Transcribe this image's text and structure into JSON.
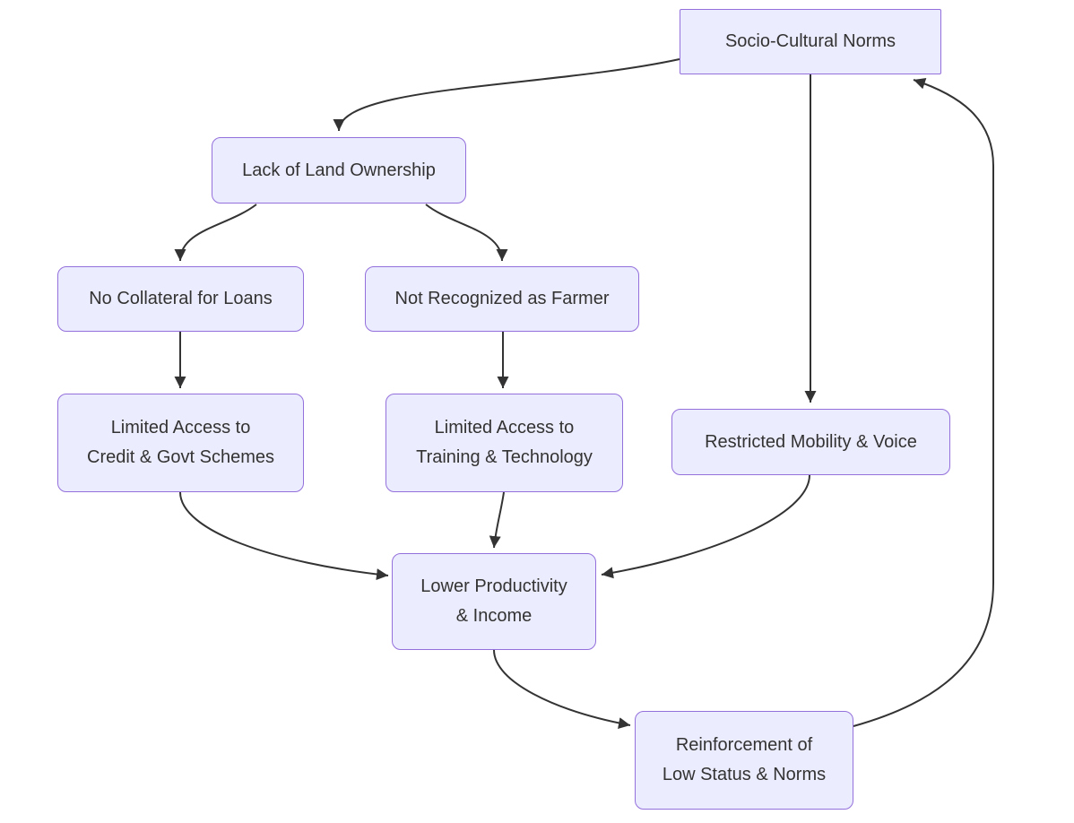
{
  "diagram": {
    "type": "flowchart",
    "nodes": [
      {
        "id": "socio_cultural_norms",
        "label": "Socio-Cultural Norms"
      },
      {
        "id": "lack_of_land_ownership",
        "label": "Lack of Land Ownership"
      },
      {
        "id": "no_collateral_for_loans",
        "label": "No Collateral for Loans"
      },
      {
        "id": "not_recognized_as_farmer",
        "label": "Not Recognized as Farmer"
      },
      {
        "id": "limited_access_credit",
        "label": "Limited Access to\nCredit & Govt Schemes"
      },
      {
        "id": "limited_access_training",
        "label": "Limited Access to\nTraining & Technology"
      },
      {
        "id": "restricted_mobility_voice",
        "label": "Restricted Mobility & Voice"
      },
      {
        "id": "lower_productivity_income",
        "label": "Lower Productivity\n& Income"
      },
      {
        "id": "reinforcement_low_status",
        "label": "Reinforcement of\nLow Status & Norms"
      }
    ],
    "edges": [
      {
        "from": "socio_cultural_norms",
        "to": "lack_of_land_ownership"
      },
      {
        "from": "socio_cultural_norms",
        "to": "restricted_mobility_voice"
      },
      {
        "from": "lack_of_land_ownership",
        "to": "no_collateral_for_loans"
      },
      {
        "from": "lack_of_land_ownership",
        "to": "not_recognized_as_farmer"
      },
      {
        "from": "no_collateral_for_loans",
        "to": "limited_access_credit"
      },
      {
        "from": "not_recognized_as_farmer",
        "to": "limited_access_training"
      },
      {
        "from": "limited_access_credit",
        "to": "lower_productivity_income"
      },
      {
        "from": "limited_access_training",
        "to": "lower_productivity_income"
      },
      {
        "from": "restricted_mobility_voice",
        "to": "lower_productivity_income"
      },
      {
        "from": "lower_productivity_income",
        "to": "reinforcement_low_status"
      },
      {
        "from": "reinforcement_low_status",
        "to": "socio_cultural_norms"
      }
    ],
    "colors": {
      "node_fill": "#ECECFF",
      "node_border": "#9370DB",
      "edge": "#333333",
      "text": "#333333",
      "background": "#FFFFFF"
    }
  }
}
